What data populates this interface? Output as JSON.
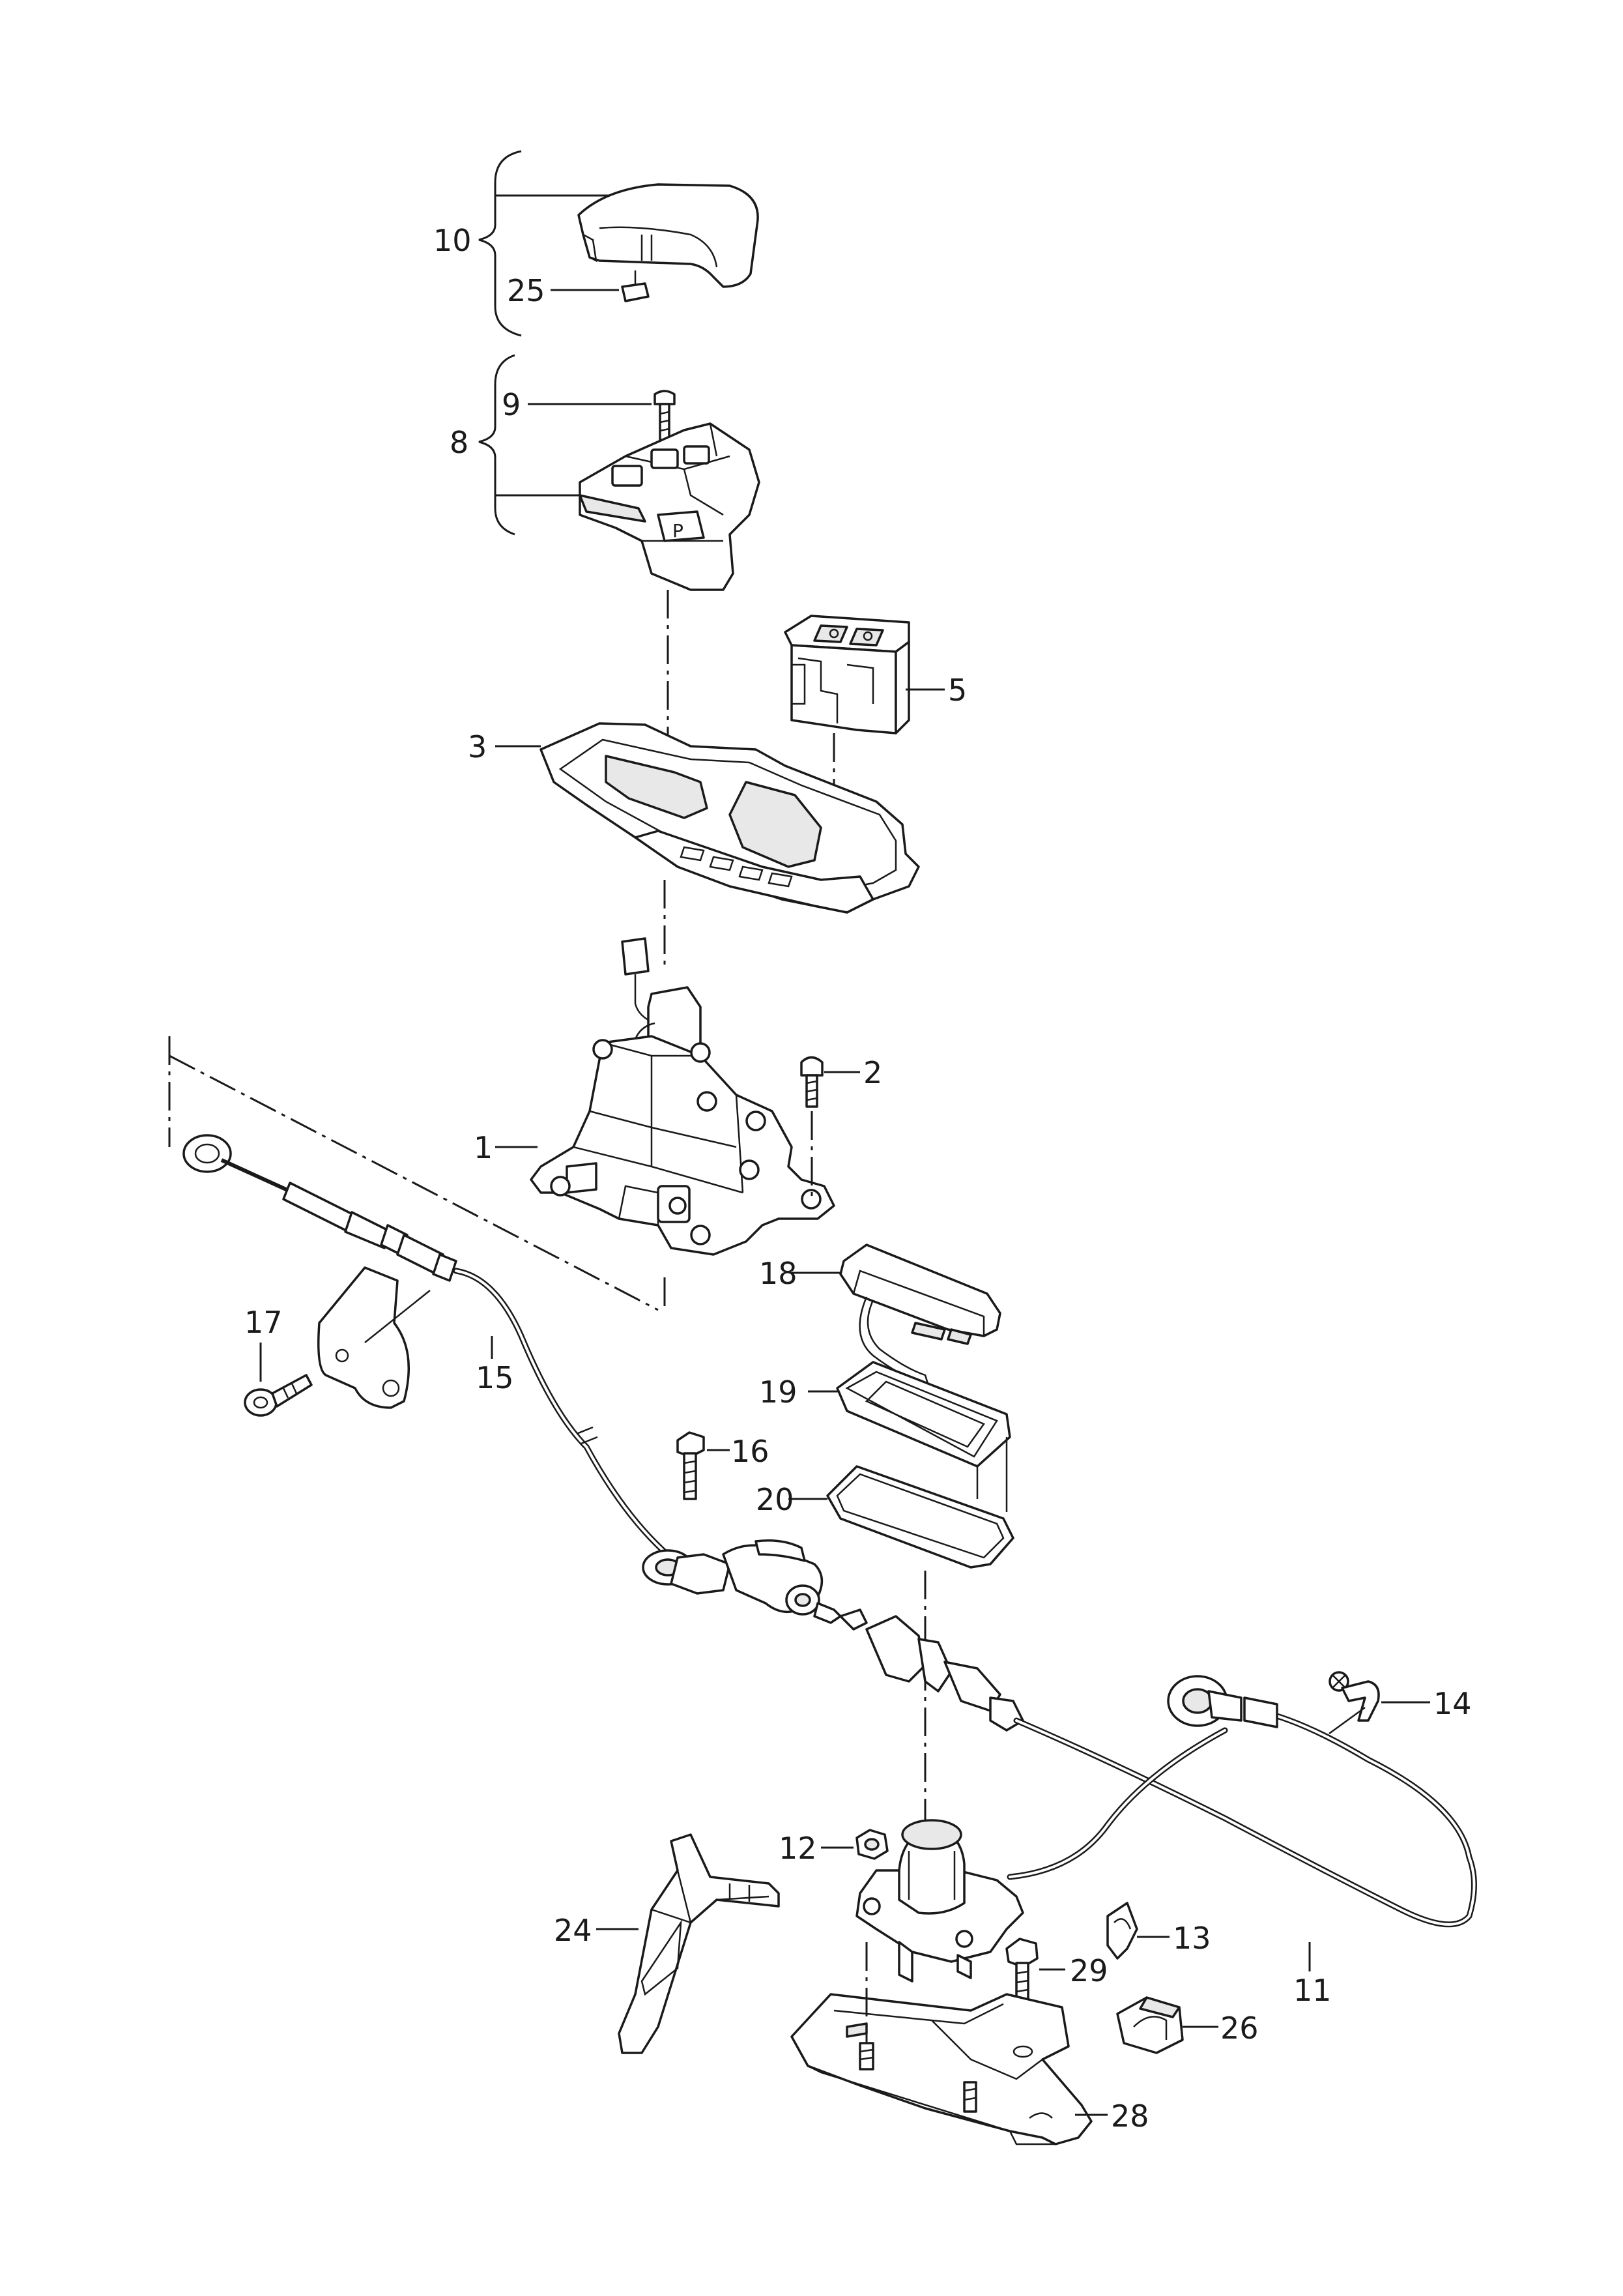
{
  "parts": {
    "p1": "1",
    "p2": "2",
    "p3": "3",
    "p5": "5",
    "p8": "8",
    "p9": "9",
    "p10": "10",
    "p11": "11",
    "p12": "12",
    "p13": "13",
    "p14": "14",
    "p15": "15",
    "p16": "16",
    "p17": "17",
    "p18": "18",
    "p19": "19",
    "p20": "20",
    "p24": "24",
    "p25": "25",
    "p26": "26",
    "p28": "28",
    "p29": "29"
  },
  "knob_symbol": "P"
}
